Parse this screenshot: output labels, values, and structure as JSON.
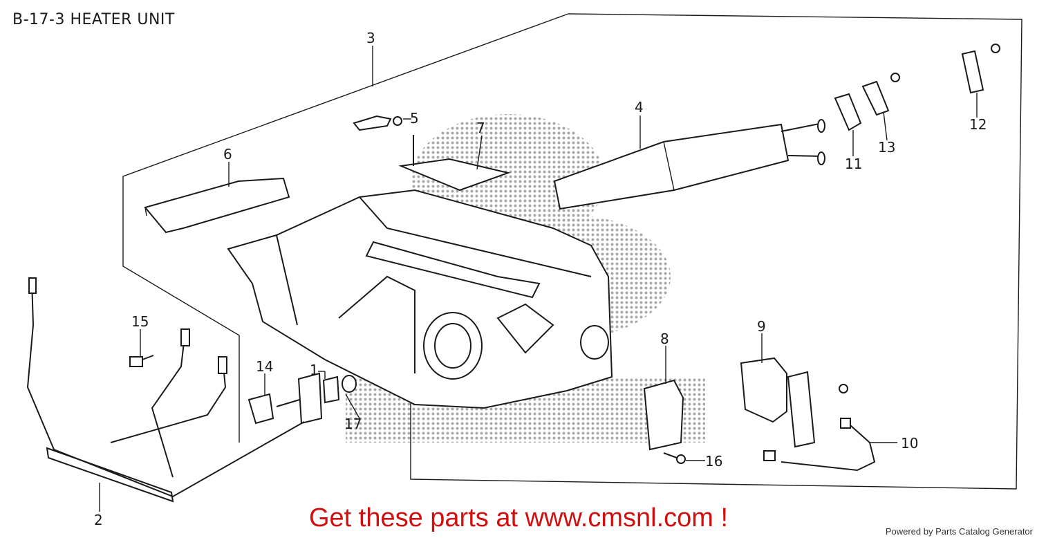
{
  "title": "B-17-3 HEATER UNIT",
  "callouts": [
    "1",
    "2",
    "3",
    "4",
    "5",
    "6",
    "7",
    "8",
    "9",
    "10",
    "11",
    "12",
    "13",
    "14",
    "15",
    "16",
    "17"
  ],
  "cta_text": "Get these parts at www.cmsnl.com !",
  "footer_text": "Powered by Parts Catalog Generator",
  "colors": {
    "cta": "#d01010",
    "line": "#1a1a1a",
    "watermark": "#9a9a9a"
  }
}
